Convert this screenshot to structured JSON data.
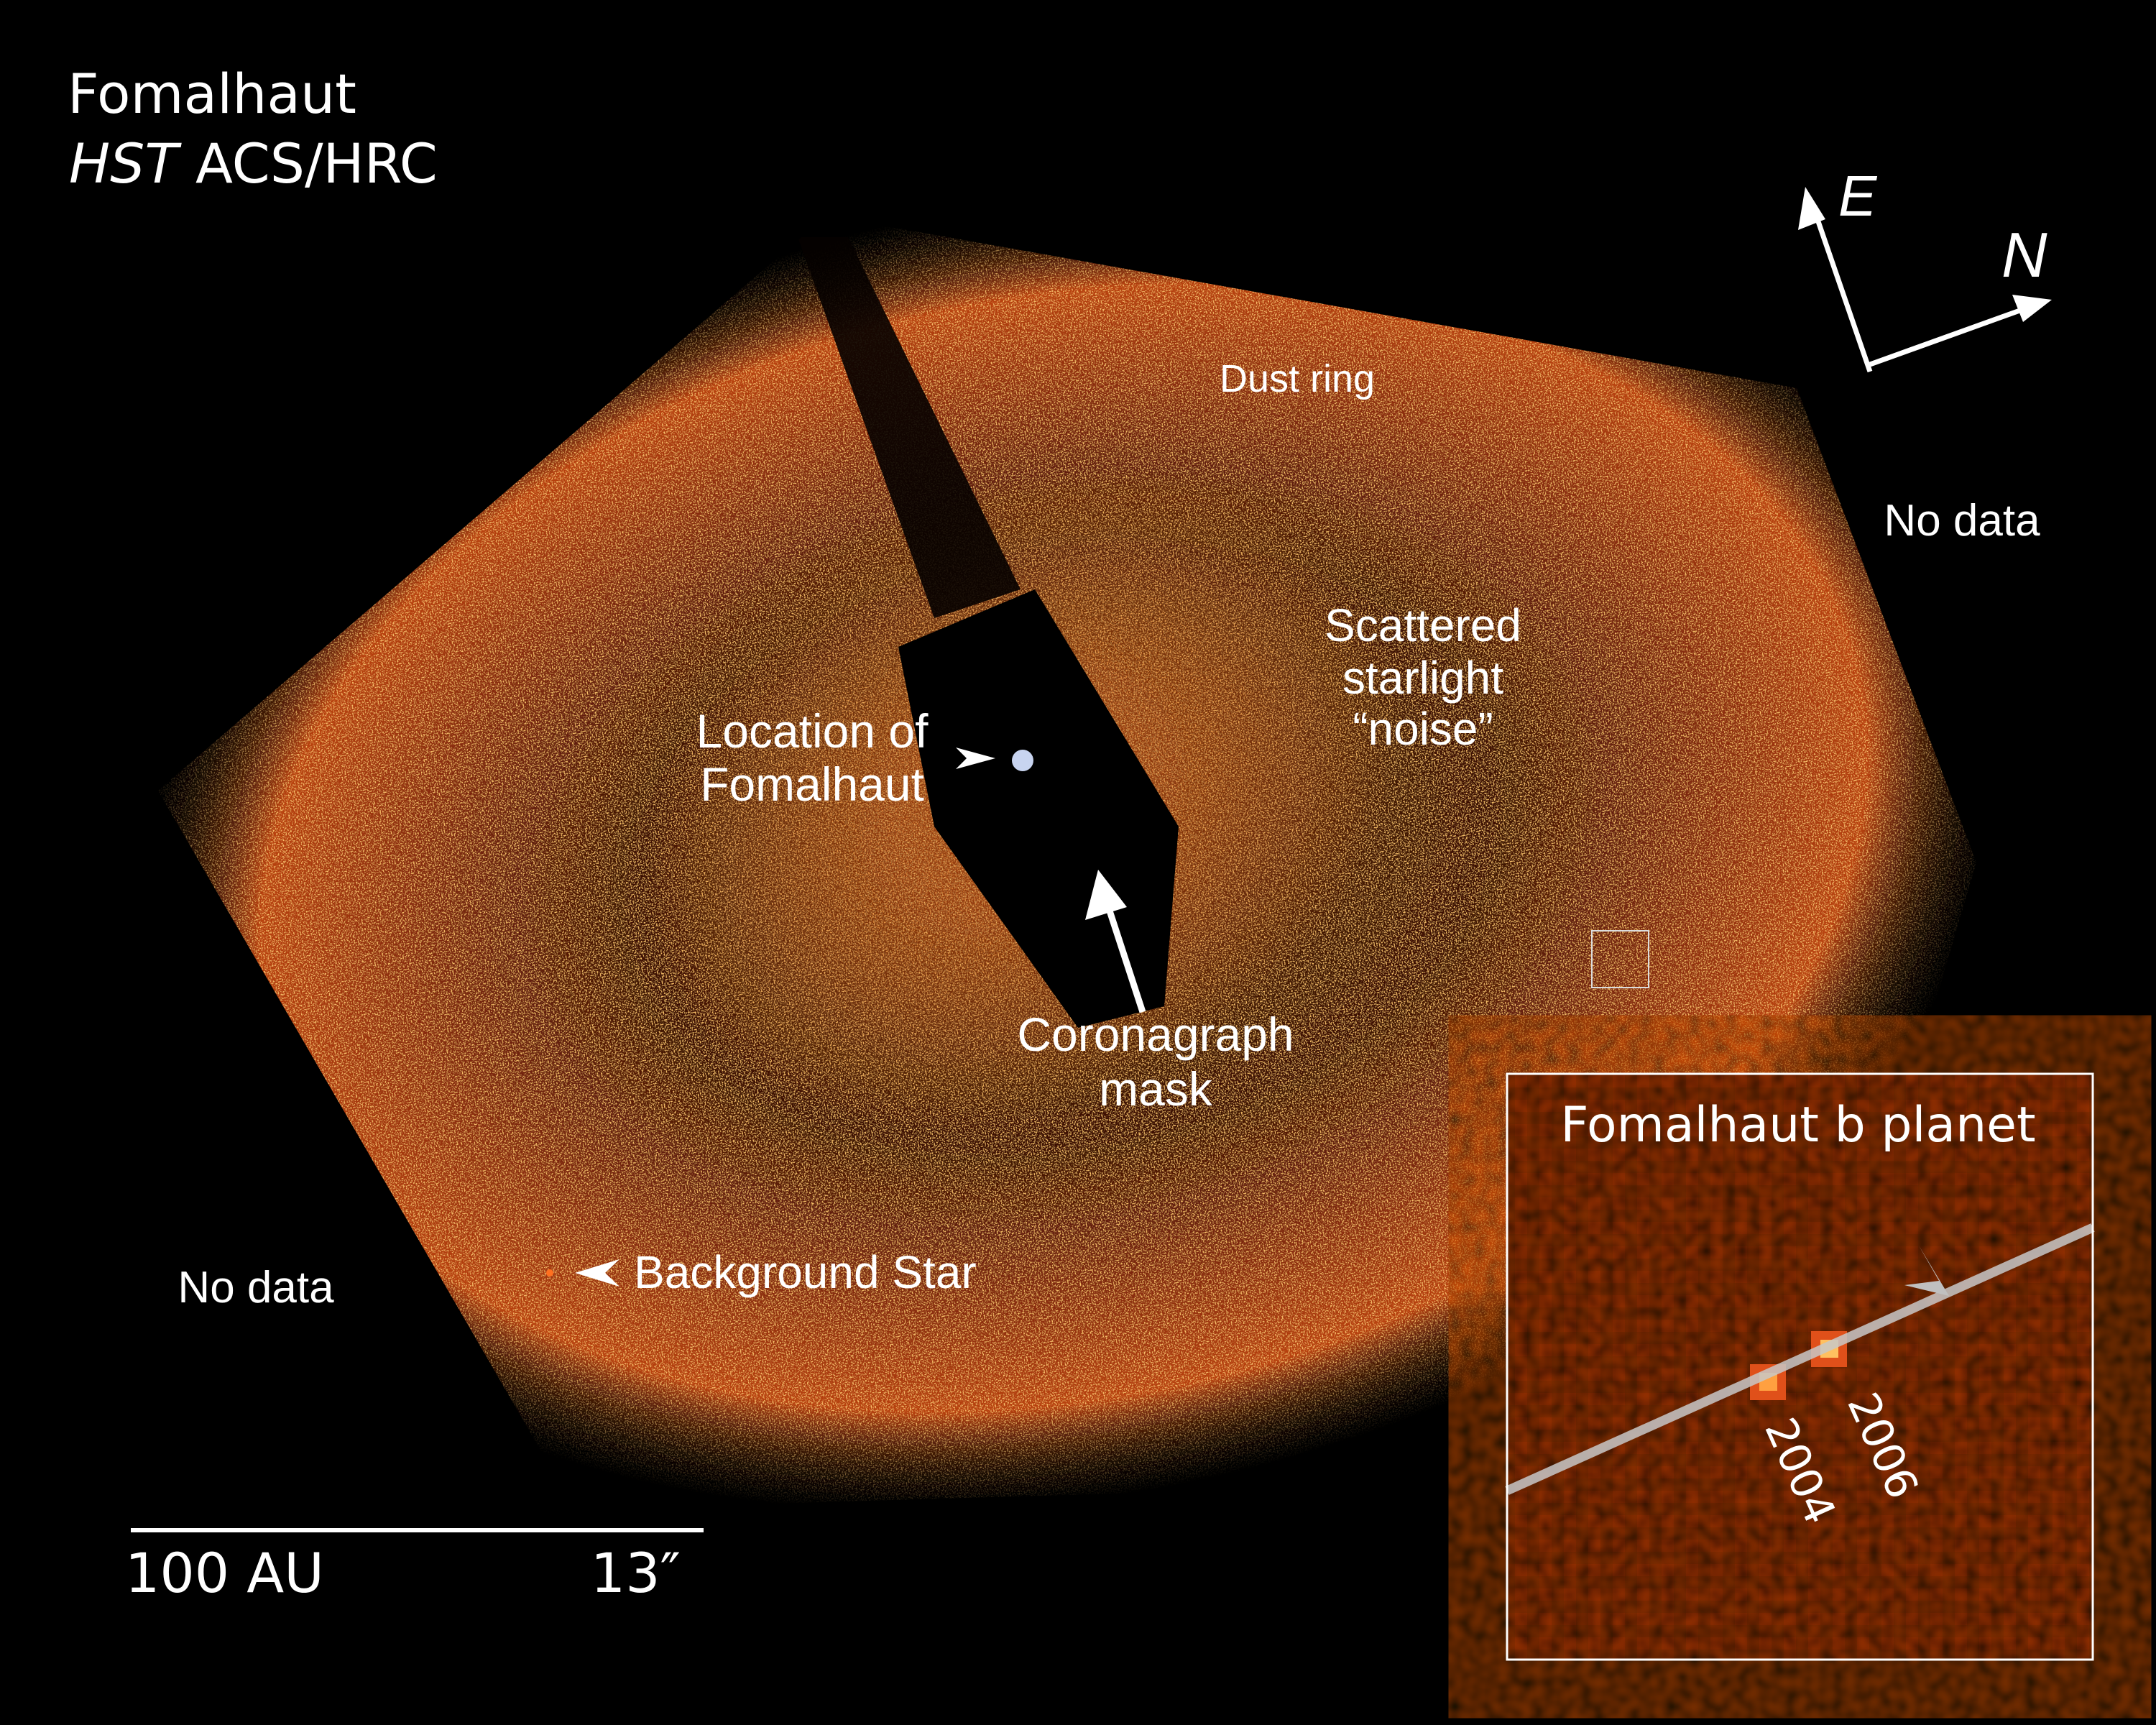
{
  "title": {
    "line1": "Fomalhaut",
    "line2_italic": "HST",
    "line2_rest": " ACS/HRC"
  },
  "compass": {
    "east": "E",
    "north": "N"
  },
  "labels": {
    "dust_ring": "Dust ring",
    "no_data_right": "No data",
    "no_data_left": "No data",
    "scattered": [
      "Scattered",
      "starlight",
      "“noise”"
    ],
    "location": [
      "Location of",
      "Fomalhaut"
    ],
    "coronagraph": [
      "Coronagraph",
      "mask"
    ],
    "background_star": "Background Star"
  },
  "scale_bar": {
    "distance": "100 AU",
    "angle": "13″"
  },
  "inset": {
    "title": "Fomalhaut b planet",
    "year_a": "2004",
    "year_b": "2006"
  },
  "colors": {
    "ring": "#b8400f",
    "ring_bright": "#ff8a30",
    "star_dot": "#c8d4f0"
  }
}
